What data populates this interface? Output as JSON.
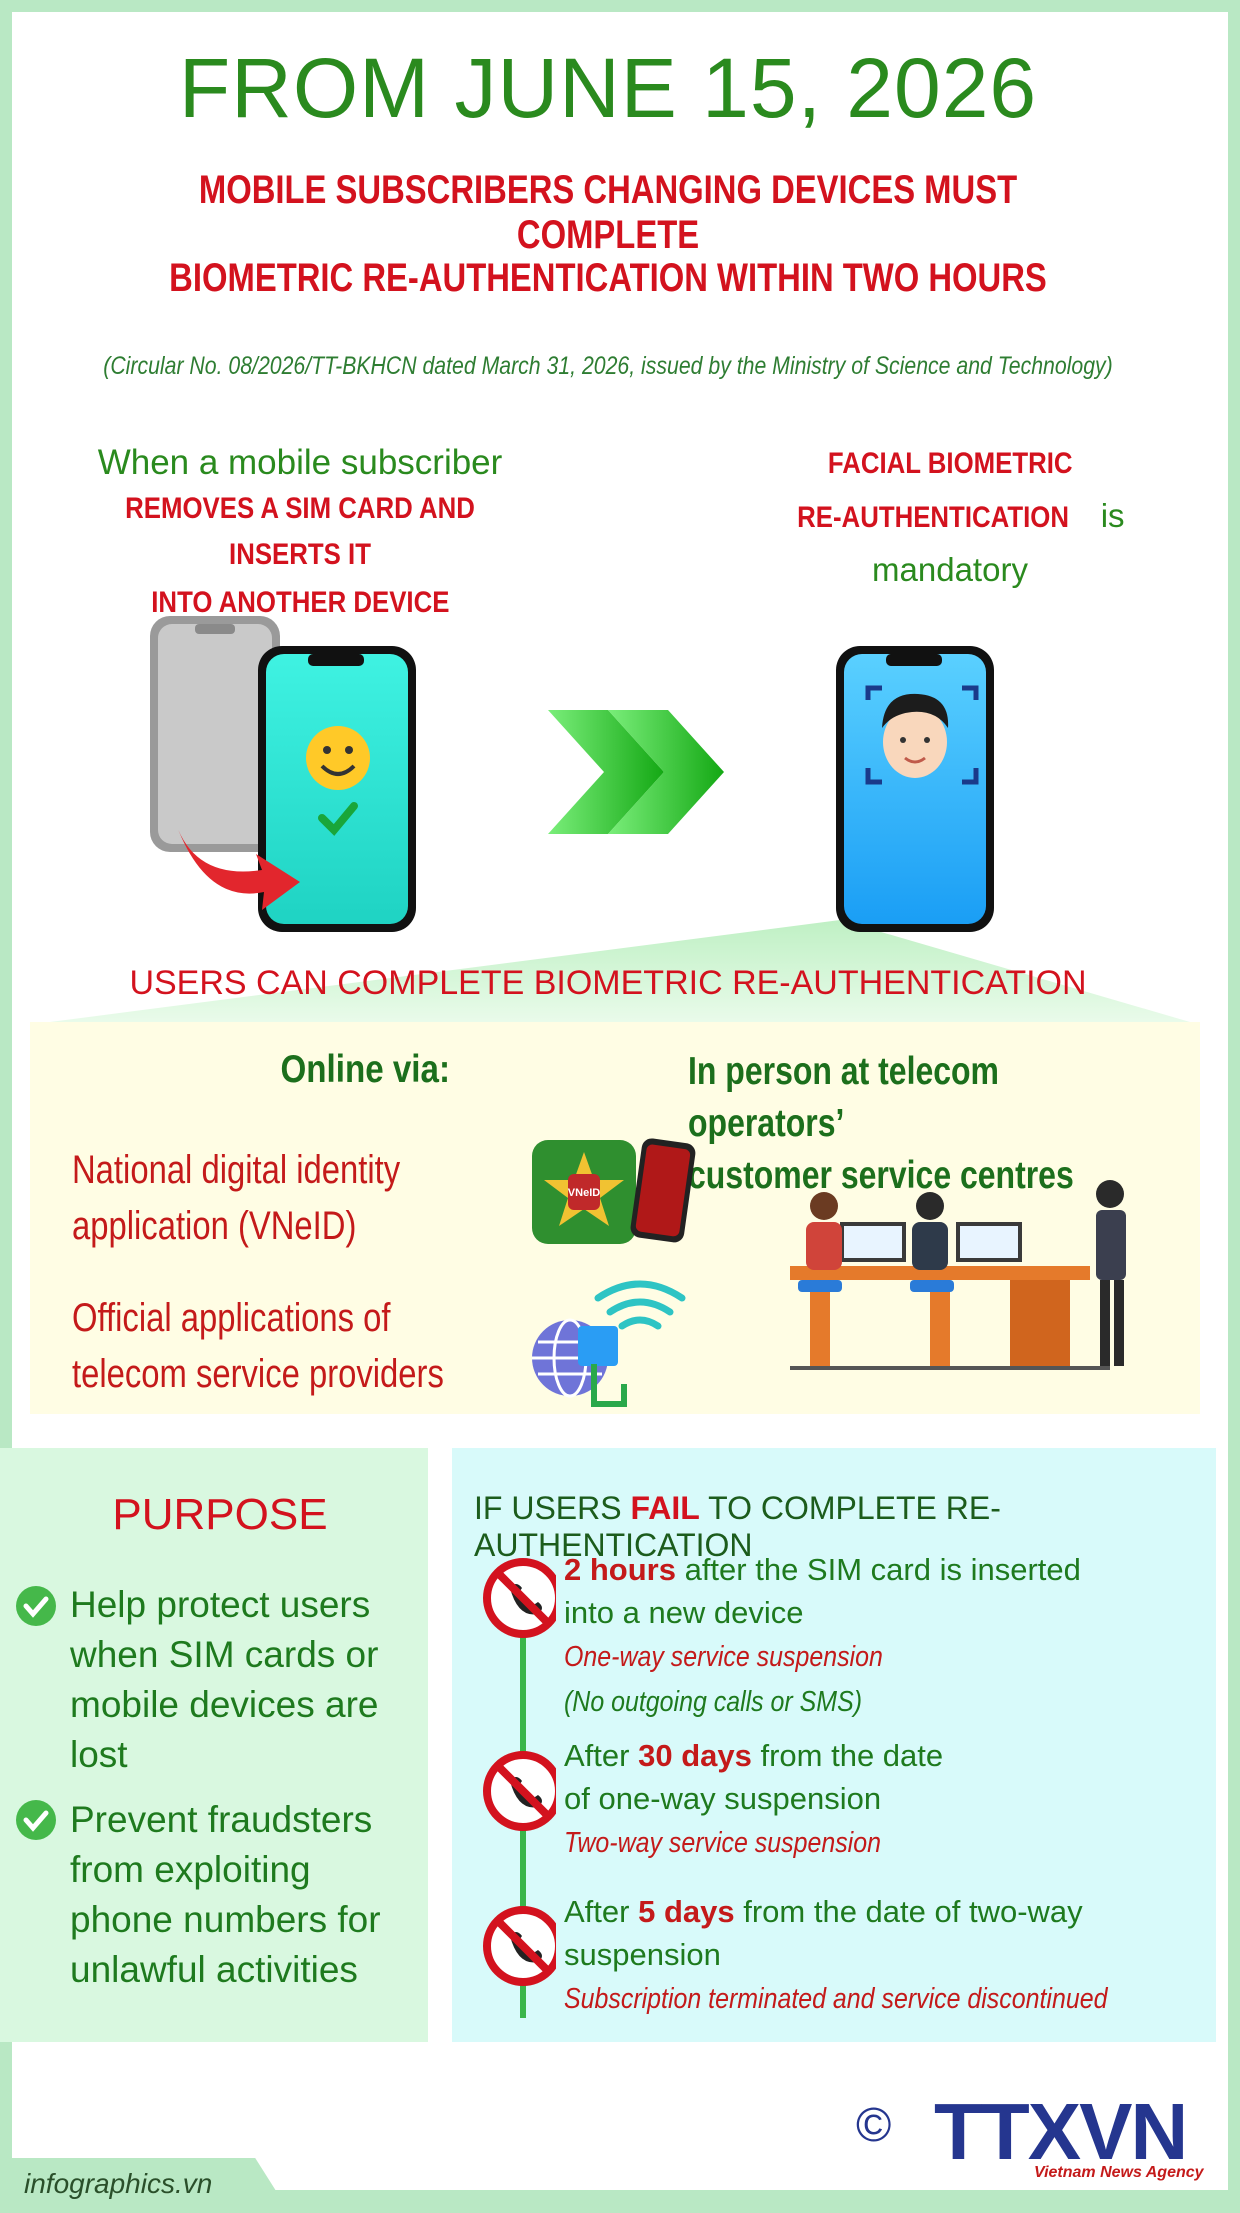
{
  "header": {
    "title": "FROM JUNE 15, 2026",
    "subtitle_line1": "MOBILE SUBSCRIBERS CHANGING DEVICES MUST COMPLETE",
    "subtitle_line2": "BIOMETRIC RE-AUTHENTICATION WITHIN TWO HOURS",
    "circular": "(Circular No. 08/2026/TT-BKHCN dated March 31, 2026, issued by the Ministry of Science and Technology)"
  },
  "step_left": {
    "line1": "When a mobile subscriber",
    "line2": "REMOVES A SIM CARD AND INSERTS IT",
    "line3": "INTO ANOTHER DEVICE"
  },
  "step_right": {
    "line1": "FACIAL BIOMETRIC",
    "line2_red": "RE-AUTHENTICATION",
    "line2_green": "is",
    "line3": "mandatory"
  },
  "methods": {
    "heading": "USERS CAN COMPLETE BIOMETRIC RE-AUTHENTICATION",
    "online_heading": "Online via:",
    "online_items": [
      {
        "line1": "National digital identity",
        "line2": "application (VNeID)"
      },
      {
        "line1": "Official applications of",
        "line2": "telecom service providers"
      }
    ],
    "vneid_icon_text": "VNeID",
    "inperson_line1": "In person at telecom operators’",
    "inperson_line2": "customer service centres"
  },
  "purpose": {
    "heading": "PURPOSE",
    "items": [
      [
        "Help protect users",
        "when SIM cards or",
        "mobile devices are",
        "lost"
      ],
      [
        "Prevent fraudsters",
        "from exploiting",
        "phone numbers for",
        "unlawful activities"
      ]
    ]
  },
  "fail": {
    "heading_pre": "IF USERS",
    "heading_red": "FAIL",
    "heading_post": "TO COMPLETE RE-AUTHENTICATION",
    "items": [
      {
        "pre": "",
        "num": "2 hours",
        "post": " after the SIM card is inserted",
        "line2": "into a new device",
        "note1": "One-way service suspension",
        "note2": "(No outgoing calls or SMS)"
      },
      {
        "pre": "After ",
        "num": "30 days",
        "post": " from the date",
        "line2": "of one-way suspension",
        "note1": "Two-way service suspension"
      },
      {
        "pre": "After ",
        "num": "5 days",
        "post": " from the date of two-way",
        "line2": "suspension",
        "note1": "Subscription terminated and service discontinued"
      }
    ]
  },
  "footer": {
    "site": "infographics.vn",
    "copyright": "©",
    "logo": "TTXVN",
    "logo_sub": "Vietnam News Agency"
  },
  "colors": {
    "green": "#2a8a1e",
    "red": "#d3121e",
    "navy": "#25368f",
    "frame": "#b9e8c4"
  }
}
